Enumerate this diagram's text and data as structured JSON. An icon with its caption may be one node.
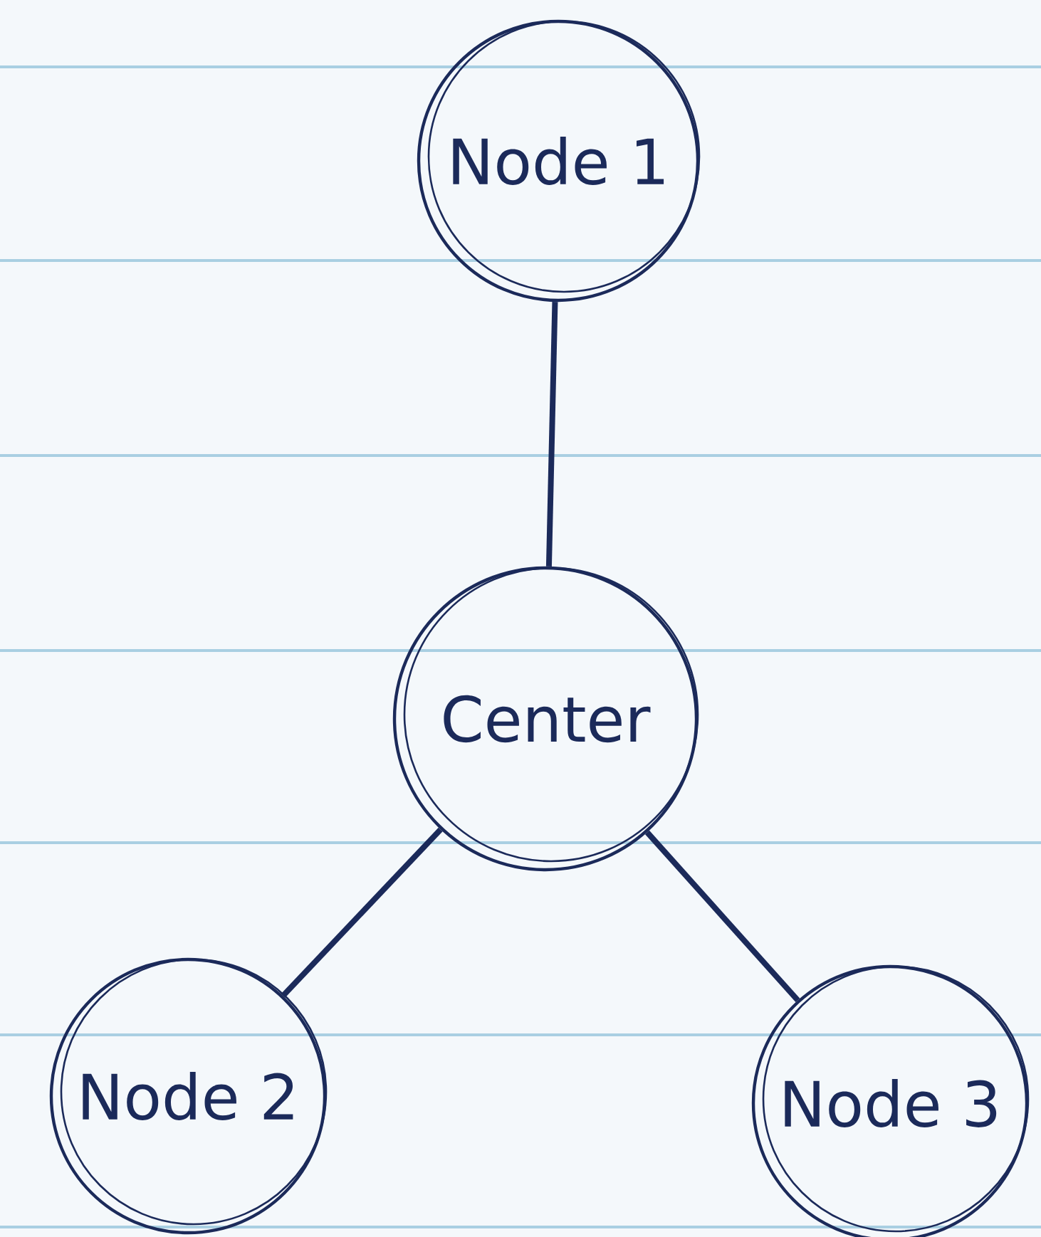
{
  "diagram": {
    "nodes": [
      {
        "text": [
          "Node 1"
        ]
      },
      {
        "text": [
          "Center"
        ]
      },
      {
        "text": [
          "Node 2"
        ]
      },
      {
        "text": [
          "Node 3"
        ]
      }
    ],
    "edges": [
      {
        "from": 1,
        "to": 0,
        "arrow": "none"
      },
      {
        "from": 1,
        "to": 2,
        "arrow": "none"
      },
      {
        "from": 1,
        "to": 3,
        "arrow": "none"
      }
    ]
  }
}
